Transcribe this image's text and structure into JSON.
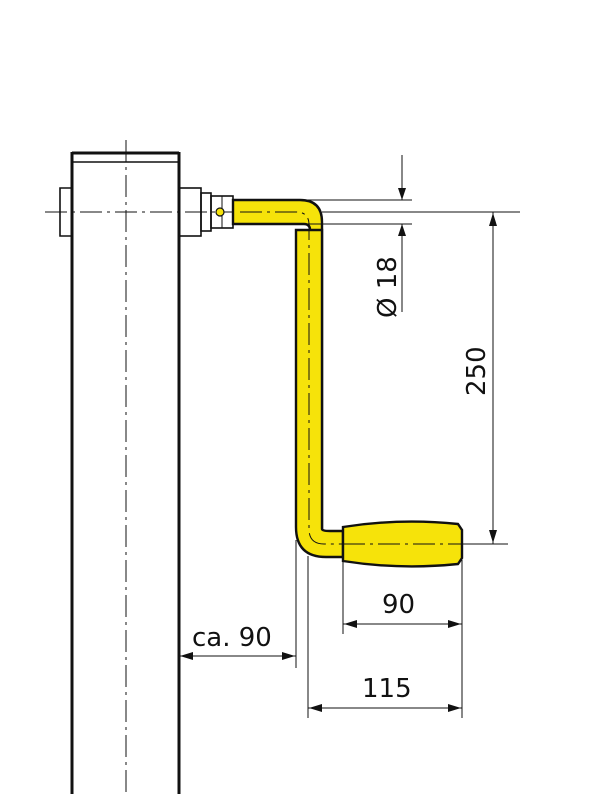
{
  "dimensions": {
    "diameter": "Ø 18",
    "height": "250",
    "grip_length": "90",
    "offset": "ca. 90",
    "total_width": "115"
  },
  "colors": {
    "crank": "#f6e30a",
    "outline": "#111111"
  }
}
